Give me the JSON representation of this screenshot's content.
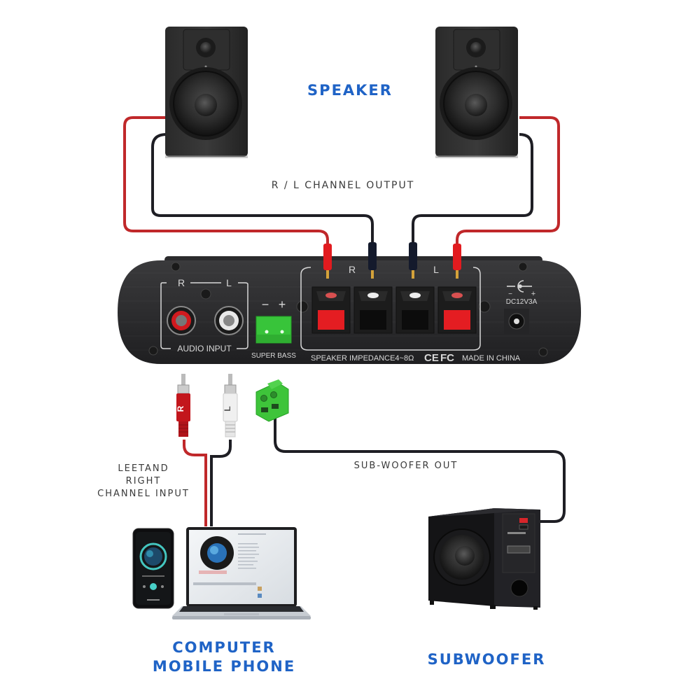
{
  "labels": {
    "speaker_title": "SPEAKER",
    "rl_channel_output": "R / L  CHANNEL OUTPUT",
    "left_right_input_line1": "LEETAND",
    "left_right_input_line2": "RIGHT",
    "left_right_input_line3": "CHANNEL INPUT",
    "subwoofer_out": "SUB-WOOFER OUT",
    "computer_line1": "COMPUTER",
    "computer_line2": "MOBILE PHONE",
    "subwoofer_title": "SUBWOOFER"
  },
  "amplifier": {
    "audio_input_r": "R",
    "audio_input_l": "L",
    "audio_input_label": "AUDIO INPUT",
    "super_bass_minus": "−",
    "super_bass_plus": "+",
    "super_bass_label": "SUPER BASS",
    "speaker_r_label": "R",
    "speaker_l_label": "L",
    "speaker_impedance": "SPEAKER IMPEDANCE4~8Ω",
    "ce_mark": "CE",
    "fc_mark": "FC",
    "made_in": "MADE IN CHINA",
    "power_rating": "DC12V3A",
    "power_polarity_minus": "−",
    "power_polarity_plus": "+"
  },
  "plugs": {
    "rca_red_label": "R",
    "rca_white_label": "L"
  },
  "colors": {
    "title_blue": "#1f63c6",
    "wire_red": "#c0282a",
    "wire_black": "#1e1e24",
    "terminal_green": "#3ec43a",
    "amp_body": "#2a2a2c"
  }
}
